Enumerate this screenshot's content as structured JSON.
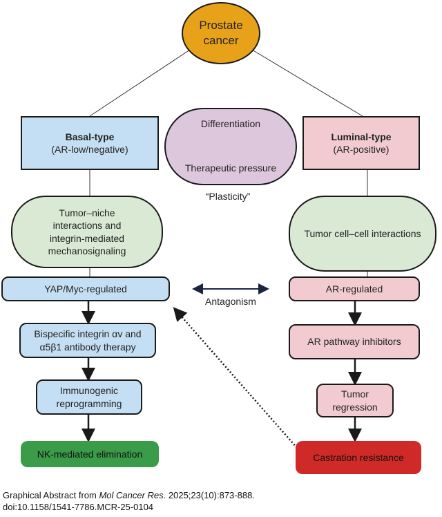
{
  "root": {
    "label": "Prostate cancer"
  },
  "basal": {
    "title": "Basal-type",
    "subtitle": "(AR-low/negative)",
    "niche": "Tumor–niche interactions and integrin-mediated mechanosignaling",
    "regulated": "YAP/Myc-regulated",
    "therapy": "Bispecific integrin αv and α5β1 antibody therapy",
    "reprogramming": "Immunogenic reprogramming",
    "outcome": "NK-mediated elimination"
  },
  "luminal": {
    "title": "Luminal-type",
    "subtitle": "(AR-positive)",
    "interactions": "Tumor cell–cell interactions",
    "regulated": "AR-regulated",
    "therapy": "AR pathway inhibitors",
    "regression": "Tumor regression",
    "outcome": "Castration resistance"
  },
  "plasticity": {
    "forward": "Differentiation",
    "reverse": "Therapeutic pressure",
    "label": "“Plasticity”"
  },
  "antagonism": "Antagonism",
  "caption": {
    "prefix": "Graphical Abstract from ",
    "journal": "Mol Cancer Res",
    "suffix": ". 2025;23(10):873-888.",
    "doi": "doi:10.1158/1541-7786.MCR-25-0104"
  },
  "colors": {
    "root": "#e8a21a",
    "basal": "#c4dff3",
    "luminal": "#f2cbd0",
    "mechanism": "#d9e9d4",
    "plasticity": "#dcc7dd",
    "nk": "#3a9b49",
    "castration": "#cf2a27"
  }
}
